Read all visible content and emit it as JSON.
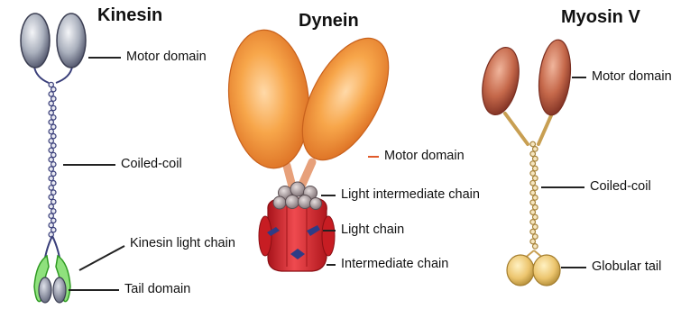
{
  "proteins": {
    "kinesin": {
      "name": "Kinesin",
      "labels": {
        "motor_domain": "Motor domain",
        "coiled_coil": "Coiled-coil",
        "light_chain": "Kinesin light chain",
        "tail_domain": "Tail domain"
      }
    },
    "dynein": {
      "name": "Dynein",
      "labels": {
        "motor_domain": "Motor domain",
        "light_intermediate_chain": "Light intermediate chain",
        "light_chain": "Light chain",
        "intermediate_chain": "Intermediate chain"
      }
    },
    "myosin": {
      "name": "Myosin V",
      "labels": {
        "motor_domain": "Motor domain",
        "coiled_coil": "Coiled-coil",
        "globular_tail": "Globular tail"
      }
    }
  },
  "colors": {
    "kinesin_head": "#9aa0ac",
    "kinesin_stalk": "#3a3f7a",
    "kinesin_light_chain": "#56c247",
    "dynein_head": "#f39a3a",
    "dynein_stalk": "#e7a07a",
    "dynein_body": "#d8232a",
    "myosin_head": "#b6533a",
    "myosin_stalk": "#c89f52",
    "myosin_tail": "#e8c46a",
    "leader_line": "#222222"
  }
}
